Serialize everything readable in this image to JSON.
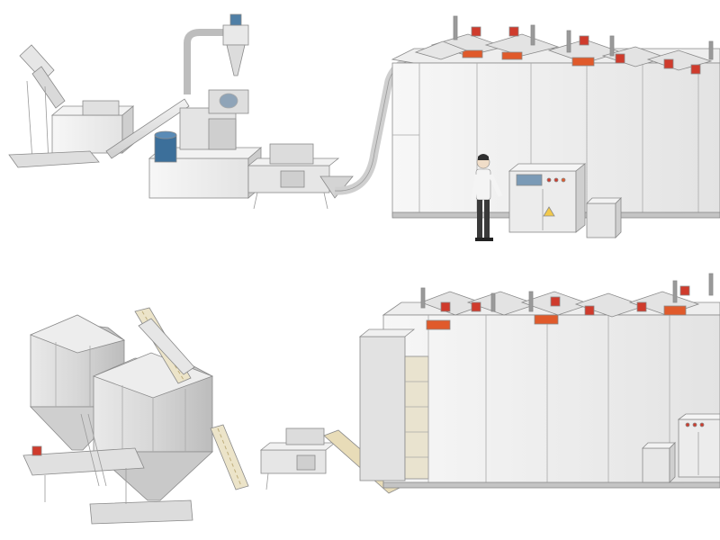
{
  "scene": {
    "background": "#ffffff",
    "palette": {
      "panel_light": "#efefef",
      "panel_mid": "#dcdcdc",
      "panel_dark": "#bdbdbd",
      "frame": "#a9a9a9",
      "outline": "#8a8a8a",
      "accent_orange": "#e05a2b",
      "accent_red": "#cf3b2c",
      "motor_blue": "#3c6f9a",
      "conveyor_tan": "#e8dcb8",
      "worker_white": "#f4f4f4",
      "worker_pants": "#3a3a3a"
    }
  },
  "upper_line": {
    "components": [
      "raw-material-feeder",
      "screw-conveyor",
      "cyclone-separator",
      "extruder-with-blue-motor",
      "cutting-unit",
      "transfer-pipe",
      "multi-layer-dryer",
      "control-cabinet",
      "junction-box"
    ],
    "dryer_top_units": 7,
    "operator_present": true
  },
  "lower_line": {
    "components": [
      "twin-storage-silos",
      "bucket-elevator-left",
      "bucket-elevator-center",
      "inclined-feeder",
      "cutting-unit",
      "belt-conveyor",
      "multi-layer-dryer",
      "control-cabinet",
      "junction-box"
    ],
    "dryer_top_units": 6
  }
}
